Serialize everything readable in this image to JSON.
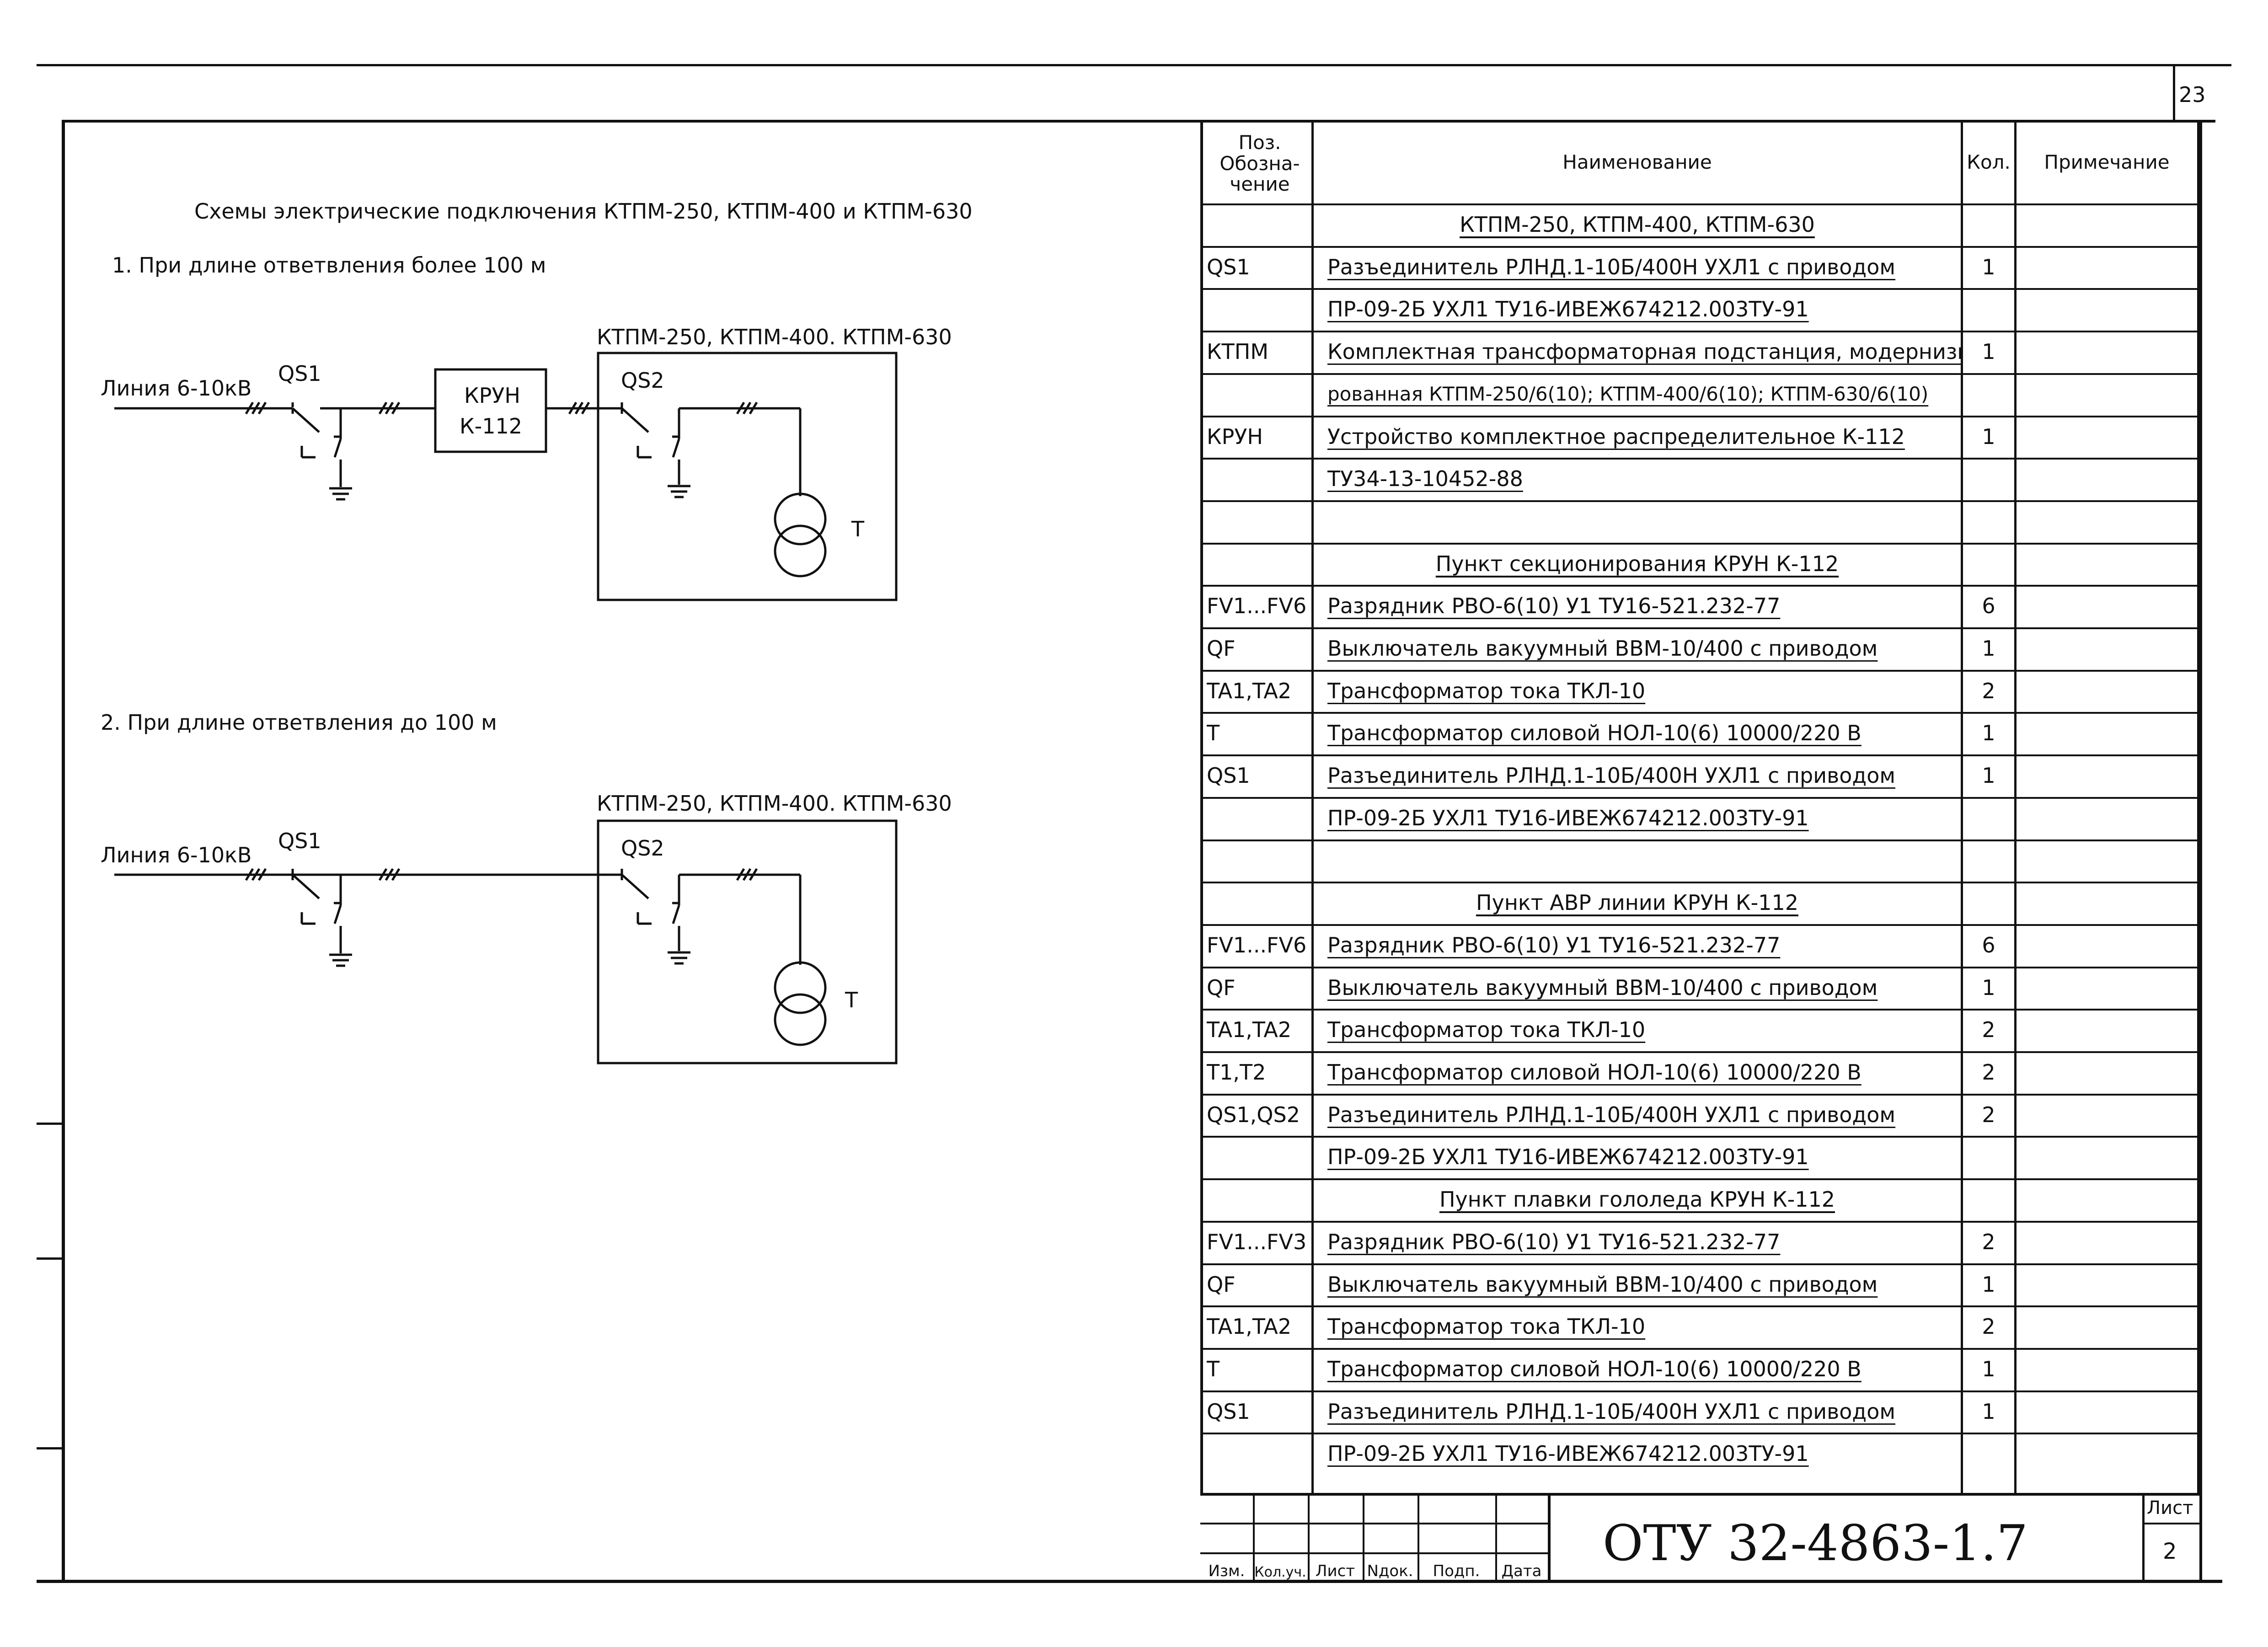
{
  "sheet_number": "23",
  "drawing": {
    "title": "Схемы электрические подключения КТПМ-250, КТПМ-400 и КТПМ-630",
    "case1": "1. При длине ответвления более 100 м",
    "case2": "2.  При длине ответвления до 100 м",
    "line_label": "Линия 6-10кВ",
    "qs1": "QS1",
    "qs2": "QS2",
    "kryn_line1": "КРУН",
    "kryn_line2": "К-112",
    "box_title": "КТПМ-250, КТПМ-400. КТПМ-630",
    "transformer": "Т"
  },
  "spec": {
    "headers": {
      "pos": "Поз. Обозна- чение",
      "name": "Наименование",
      "qty": "Кол.",
      "note": "Примечание"
    },
    "rows": [
      {
        "pos": "",
        "name": "КТПМ-250, КТПМ-400, КТПМ-630",
        "qty": "",
        "section": true
      },
      {
        "pos": "QS1",
        "name": "Разъединитель РЛНД.1-10Б/400Н УХЛ1 с приводом",
        "qty": "1"
      },
      {
        "pos": "",
        "name": "ПР-09-2Б УХЛ1 ТУ16-ИВЕЖ674212.003ТУ-91",
        "qty": ""
      },
      {
        "pos": "КТПМ",
        "name": "Комплектная трансформаторная подстанция, модернизи-",
        "qty": "1"
      },
      {
        "pos": "",
        "name": "рованная КТПМ-250/6(10); КТПМ-400/6(10); КТПМ-630/6(10)",
        "qty": ""
      },
      {
        "pos": "КРУН",
        "name": "Устройство комплектное распределительное К-112",
        "qty": "1"
      },
      {
        "pos": "",
        "name": "ТУ34-13-10452-88",
        "qty": ""
      },
      {
        "pos": "",
        "name": "",
        "qty": ""
      },
      {
        "pos": "",
        "name": "Пункт секционирования КРУН К-112",
        "qty": "",
        "section": true
      },
      {
        "pos": "FV1...FV6",
        "name": "Разрядник РВО-6(10) У1  ТУ16-521.232-77",
        "qty": "6"
      },
      {
        "pos": "QF",
        "name": "Выключатель вакуумный ВВМ-10/400 с приводом",
        "qty": "1"
      },
      {
        "pos": "TA1,TA2",
        "name": "Трансформатор тока ТКЛ-10",
        "qty": "2"
      },
      {
        "pos": "T",
        "name": "Трансформатор силовой НОЛ-10(6) 10000/220 В",
        "qty": "1"
      },
      {
        "pos": "QS1",
        "name": "Разъединитель РЛНД.1-10Б/400Н УХЛ1 с приводом",
        "qty": "1"
      },
      {
        "pos": "",
        "name": "ПР-09-2Б УХЛ1 ТУ16-ИВЕЖ674212.003ТУ-91",
        "qty": ""
      },
      {
        "pos": "",
        "name": "",
        "qty": ""
      },
      {
        "pos": "",
        "name": "Пункт АВР линии КРУН К-112",
        "qty": "",
        "section": true
      },
      {
        "pos": "FV1...FV6",
        "name": "Разрядник РВО-6(10) У1  ТУ16-521.232-77",
        "qty": "6"
      },
      {
        "pos": "QF",
        "name": "Выключатель вакуумный ВВМ-10/400 с приводом",
        "qty": "1"
      },
      {
        "pos": "TA1,TA2",
        "name": "Трансформатор тока ТКЛ-10",
        "qty": "2"
      },
      {
        "pos": "T1,T2",
        "name": "Трансформатор силовой НОЛ-10(6) 10000/220 В",
        "qty": "2"
      },
      {
        "pos": "QS1,QS2",
        "name": "Разъединитель РЛНД.1-10Б/400Н УХЛ1 с приводом",
        "qty": "2"
      },
      {
        "pos": "",
        "name": "ПР-09-2Б УХЛ1 ТУ16-ИВЕЖ674212.003ТУ-91",
        "qty": ""
      },
      {
        "pos": "",
        "name": "Пункт плавки гололеда КРУН К-112",
        "qty": "",
        "section": true
      },
      {
        "pos": "FV1...FV3",
        "name": "Разрядник РВО-6(10) У1  ТУ16-521.232-77",
        "qty": "2"
      },
      {
        "pos": "QF",
        "name": "Выключатель вакуумный ВВМ-10/400 с приводом",
        "qty": "1"
      },
      {
        "pos": "TA1,TA2",
        "name": "Трансформатор тока ТКЛ-10",
        "qty": "2"
      },
      {
        "pos": "T",
        "name": "Трансформатор силовой НОЛ-10(6) 10000/220 В",
        "qty": "1"
      },
      {
        "pos": "QS1",
        "name": "Разъединитель РЛНД.1-10Б/400Н УХЛ1 с приводом",
        "qty": "1"
      },
      {
        "pos": "",
        "name": "ПР-09-2Б УХЛ1 ТУ16-ИВЕЖ674212.003ТУ-91",
        "qty": ""
      }
    ]
  },
  "stamp": {
    "code": "ОТУ 32-4863-1.7",
    "sheet_label": "Лист",
    "sheet_value": "2",
    "labels": [
      "Изм.",
      "Кол.уч.",
      "Лист",
      "Nдок.",
      "Подп.",
      "Дата"
    ]
  }
}
